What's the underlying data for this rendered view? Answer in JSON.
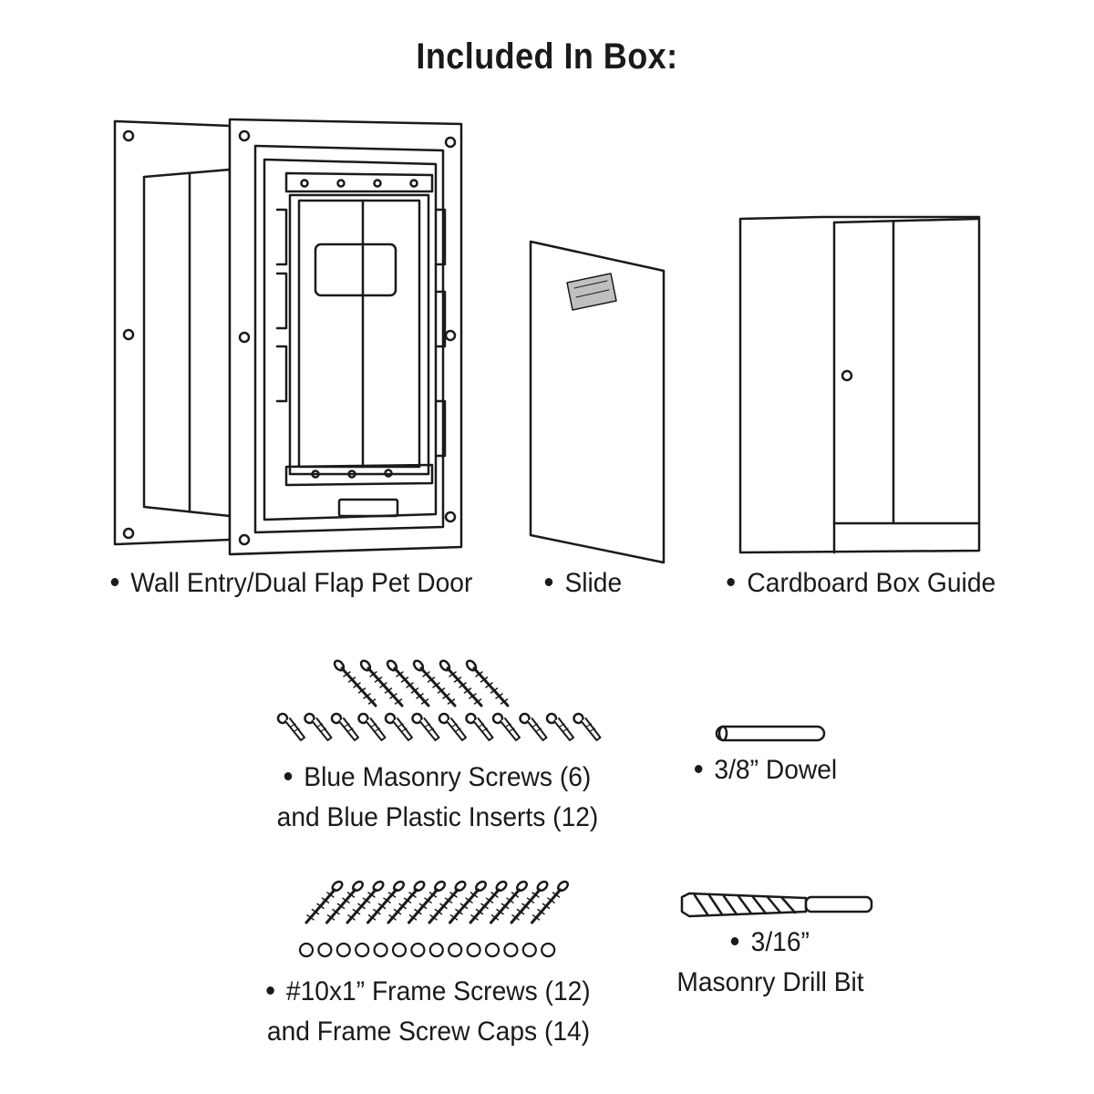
{
  "title": "Included In Box:",
  "items": [
    {
      "name": "pet-door",
      "line1": "Wall Entry/Dual Flap Pet Door",
      "line2": ""
    },
    {
      "name": "slide",
      "line1": "Slide",
      "line2": ""
    },
    {
      "name": "box-guide",
      "line1": "Cardboard Box Guide",
      "line2": ""
    },
    {
      "name": "masonry-screws",
      "line1": "Blue Masonry Screws (6)",
      "line2": "and Blue Plastic Inserts (12)"
    },
    {
      "name": "dowel",
      "line1": "3/8” Dowel",
      "line2": ""
    },
    {
      "name": "frame-screws",
      "line1": "#10x1” Frame Screws (12)",
      "line2": "and Frame Screw Caps (14)"
    },
    {
      "name": "drill-bit",
      "line1": "3/16”",
      "line2": "Masonry Drill Bit"
    }
  ],
  "counts": {
    "masonry_screws": 6,
    "plastic_inserts": 12,
    "frame_screws": 12,
    "frame_screw_caps": 14
  },
  "colors": {
    "ink": "#1a1a1a",
    "background": "#ffffff",
    "tape": "#bfbfbf"
  }
}
